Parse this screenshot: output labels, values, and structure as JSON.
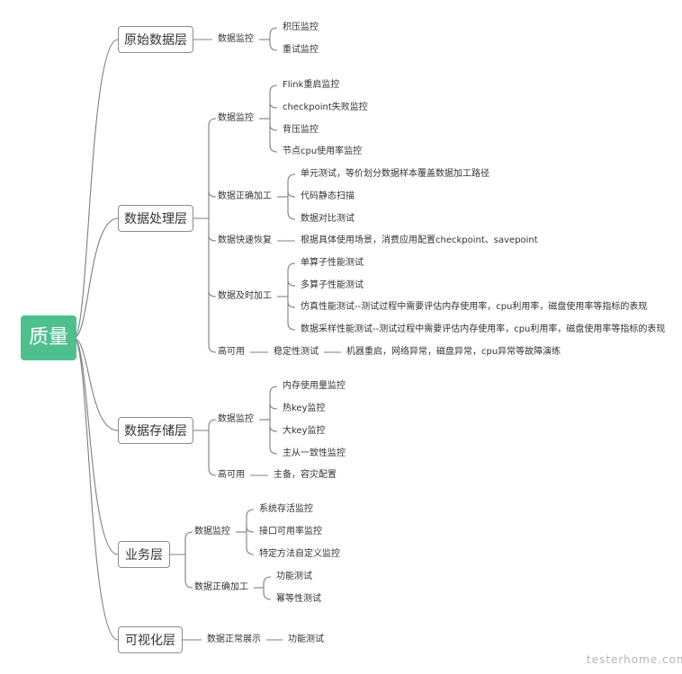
{
  "root": {
    "label": "质量",
    "color": "#4fc08d"
  },
  "line_color": "#7f7f7f",
  "watermark": "testerhome.com",
  "branches": [
    {
      "label": "原始数据层",
      "children": [
        {
          "label": "数据监控",
          "children": [
            "积压监控",
            "重试监控"
          ]
        }
      ]
    },
    {
      "label": "数据处理层",
      "children": [
        {
          "label": "数据监控",
          "children": [
            "Flink重启监控",
            "checkpoint失败监控",
            "背压监控",
            "节点cpu使用率监控"
          ]
        },
        {
          "label": "数据正确加工",
          "children": [
            "单元测试，等价划分数据样本覆盖数据加工路径",
            "代码静态扫描",
            "数据对比测试"
          ]
        },
        {
          "label": "数据快速恢复",
          "children": [
            "根据具体使用场景，消费应用配置checkpoint、savepoint"
          ]
        },
        {
          "label": "数据及时加工",
          "children": [
            "单算子性能测试",
            "多算子性能测试",
            "仿真性能测试--测试过程中需要评估内存使用率，cpu利用率，磁盘使用率等指标的表现",
            "数据采样性能测试--测试过程中需要评估内存使用率，cpu利用率，磁盘使用率等指标的表现"
          ]
        },
        {
          "label": "高可用",
          "children": [
            "稳定性测试"
          ],
          "grandchild": "机器重启，网络异常，磁盘异常，cpu异常等故障演练"
        }
      ]
    },
    {
      "label": "数据存储层",
      "children": [
        {
          "label": "数据监控",
          "children": [
            "内存使用量监控",
            "热key监控",
            "大key监控",
            "主从一致性监控"
          ]
        },
        {
          "label": "高可用",
          "children": [
            "主备，容灾配置"
          ]
        }
      ]
    },
    {
      "label": "业务层",
      "children": [
        {
          "label": "数据监控",
          "children": [
            "系统存活监控",
            "接口可用率监控",
            "特定方法自定义监控"
          ]
        },
        {
          "label": "数据正确加工",
          "children": [
            "功能测试",
            "幂等性测试"
          ]
        }
      ]
    },
    {
      "label": "可视化层",
      "children": [
        {
          "label": "数据正常展示",
          "children": [
            "功能测试"
          ]
        }
      ]
    }
  ]
}
